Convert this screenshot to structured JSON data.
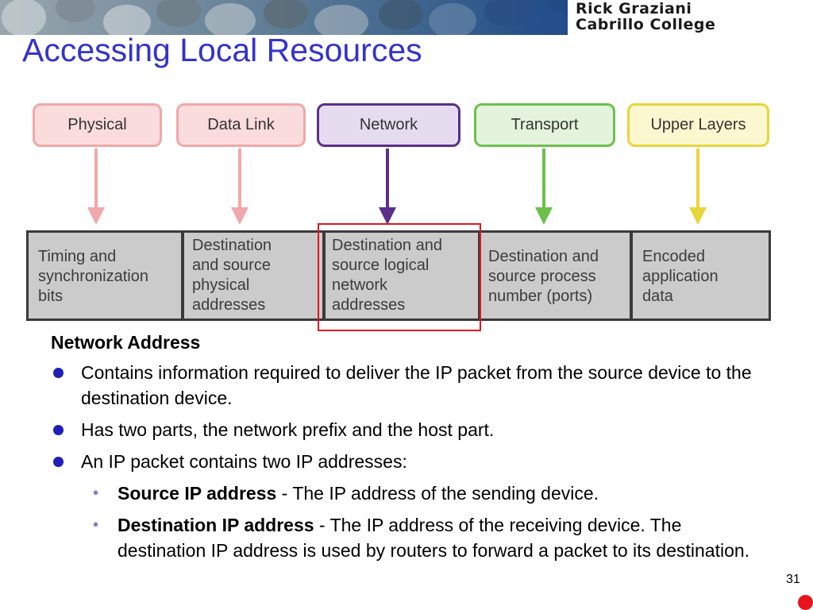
{
  "banner": {
    "author": "Rick Graziani",
    "college": "Cabrillo College"
  },
  "title": "Accessing Local Resources",
  "diagram": {
    "layers": [
      {
        "label": "Physical",
        "color": "#f0a8aa",
        "fill": "#fbdcdc"
      },
      {
        "label": "Data Link",
        "color": "#f0a8aa",
        "fill": "#fbdcdc"
      },
      {
        "label": "Network",
        "color": "#5b2f8a",
        "fill": "#e6dcf0"
      },
      {
        "label": "Transport",
        "color": "#6cc04a",
        "fill": "#e3f3dc"
      },
      {
        "label": "Upper Layers",
        "color": "#e6d63a",
        "fill": "#fbf7cf"
      }
    ],
    "descriptions": [
      {
        "lines": [
          "Timing and",
          "synchronization",
          "bits"
        ]
      },
      {
        "lines": [
          "Destination",
          "and source",
          "physical",
          "addresses"
        ]
      },
      {
        "lines": [
          "Destination and",
          "source logical",
          "network",
          "addresses"
        ]
      },
      {
        "lines": [
          "Destination and",
          "source process",
          "number (ports)"
        ]
      },
      {
        "lines": [
          "Encoded",
          "application",
          "data"
        ]
      }
    ],
    "highlight_color": "#e8141b"
  },
  "content": {
    "heading": "Network Address",
    "bullets": [
      "Contains information required to deliver the IP packet from the source device to the destination device.",
      "Has two parts, the network prefix and the host part.",
      "An IP packet contains two IP addresses:"
    ],
    "sub_bullets": [
      {
        "term": "Source IP address",
        "text": " - The IP address of the sending device."
      },
      {
        "term": "Destination IP address",
        "text": " - The IP address of the receiving device. The destination IP address is used by routers to forward a packet to its destination."
      }
    ]
  },
  "page_number": "31"
}
